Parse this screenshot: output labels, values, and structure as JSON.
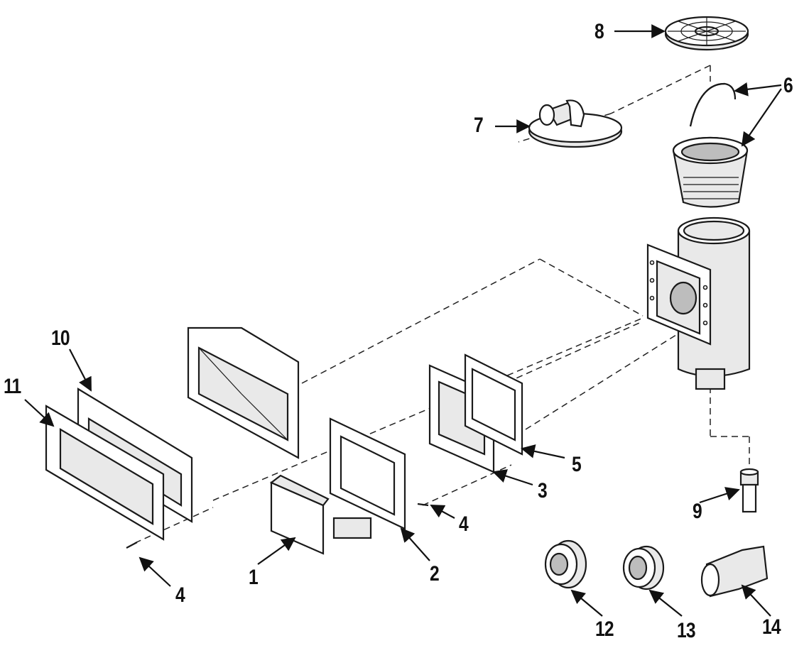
{
  "callouts": {
    "c1": "1",
    "c2": "2",
    "c3": "3",
    "c4a": "4",
    "c4b": "4",
    "c5": "5",
    "c6": "6",
    "c7": "7",
    "c8": "8",
    "c9": "9",
    "c10": "10",
    "c11": "11",
    "c12": "12",
    "c13": "13",
    "c14": "14"
  },
  "colors": {
    "line": "#1a1a1a",
    "background": "#ffffff"
  }
}
